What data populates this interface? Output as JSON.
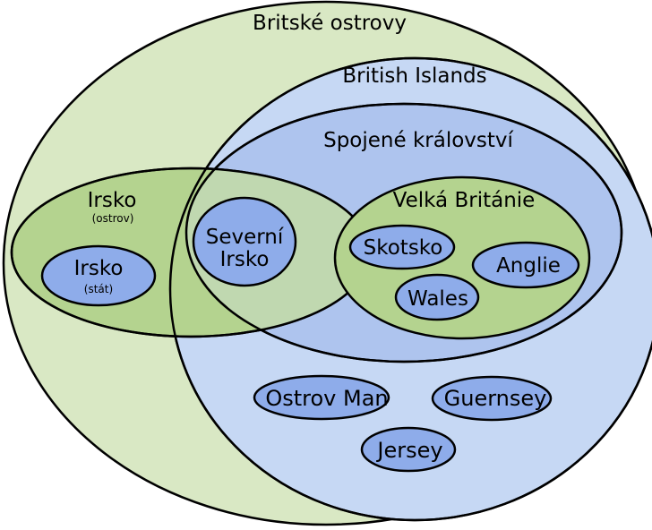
{
  "colors": {
    "outline": "#000000",
    "green_light": "#d9e8c4",
    "blue_mid": "#c6d8f4",
    "blue_deep": "#aec4ee",
    "green_mid": "#b4d38f",
    "blue_leaf": "#8eacea",
    "green_overlap": "#c0d8b0"
  },
  "sets": {
    "britske_ostrovy": "Britské ostrovy",
    "british_islands": "British Islands",
    "spojene_kralovstvi": "Spojené království",
    "velka_britanie": "Velká Británie",
    "irsko_ostrov": {
      "title": "Irsko",
      "note": "(ostrov)"
    },
    "irsko_stat": {
      "title": "Irsko",
      "note": "(stát)"
    },
    "severni_irsko": {
      "line1": "Severní",
      "line2": "Irsko"
    },
    "skotsko": "Skotsko",
    "anglie": "Anglie",
    "wales": "Wales",
    "ostrov_man": "Ostrov Man",
    "guernsey": "Guernsey",
    "jersey": "Jersey"
  }
}
